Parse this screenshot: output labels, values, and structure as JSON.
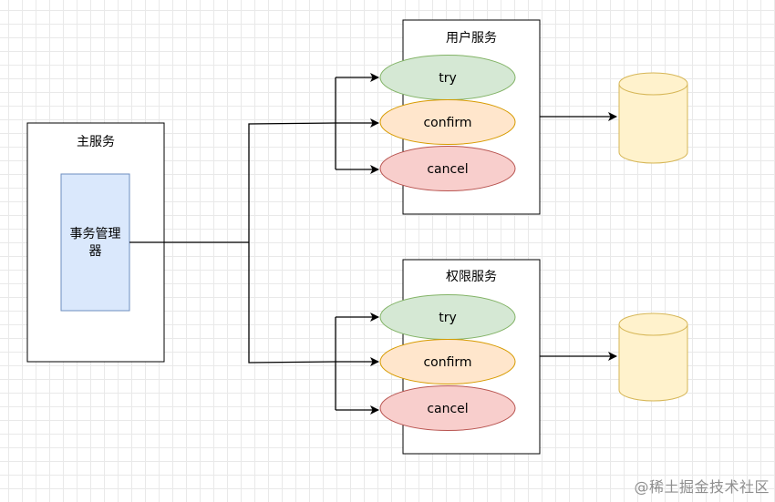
{
  "main_service": {
    "title": "主服务",
    "tx_manager_line1": "事务管理",
    "tx_manager_line2": "器"
  },
  "user_service": {
    "title": "用户服务",
    "try_label": "try",
    "confirm_label": "confirm",
    "cancel_label": "cancel"
  },
  "permission_service": {
    "title": "权限服务",
    "try_label": "try",
    "confirm_label": "confirm",
    "cancel_label": "cancel"
  },
  "watermark": "@稀土掘金技术社区",
  "colors": {
    "tx_manager_fill": "#dae8fc",
    "tx_manager_stroke": "#6c8ebf",
    "try_fill": "#d5e8d4",
    "try_stroke": "#82b366",
    "confirm_fill": "#ffe6cc",
    "confirm_stroke": "#d79b00",
    "cancel_fill": "#f8cecc",
    "cancel_stroke": "#b85450",
    "db_fill": "#fff2cc",
    "db_stroke": "#d6b656"
  }
}
